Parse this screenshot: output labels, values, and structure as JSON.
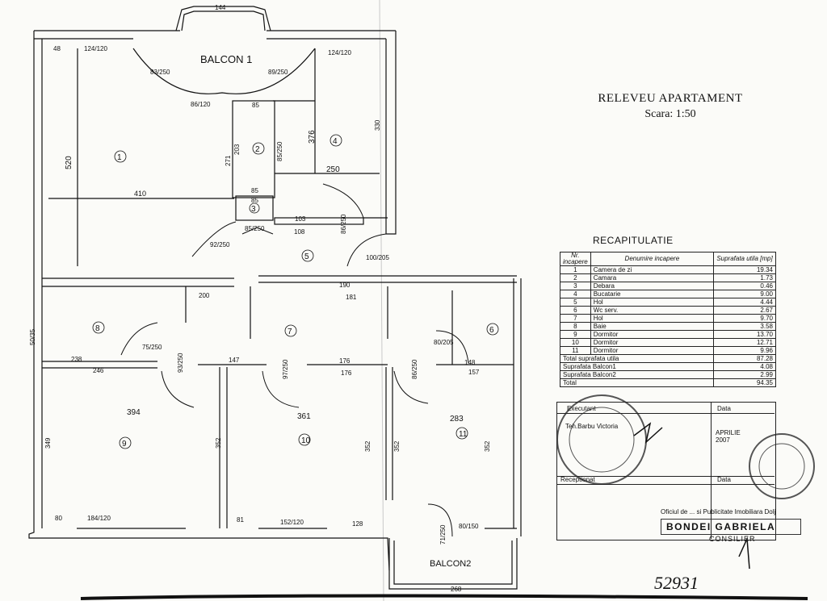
{
  "header": {
    "title": "RELEVEU APARTAMENT",
    "scale": "Scara: 1:50"
  },
  "balconies": {
    "b1": "BALCON 1",
    "b2": "BALCON2"
  },
  "room_numbers": [
    "1",
    "2",
    "3",
    "4",
    "5",
    "6",
    "7",
    "8",
    "9",
    "10",
    "11"
  ],
  "dimensions": {
    "d520": "520",
    "d410": "410",
    "d376": "376",
    "d330": "330",
    "d250": "250",
    "d203": "203",
    "d271": "271",
    "d85a": "85",
    "d85b": "85",
    "d85c": "85",
    "d394": "394",
    "d361": "361",
    "d283": "283",
    "d349": "349",
    "d352a": "352",
    "d352b": "352",
    "d352c": "352",
    "d352d": "352",
    "d246": "246",
    "d238": "238",
    "d200": "200",
    "d190": "190",
    "d181": "181",
    "d176a": "176",
    "d176b": "176",
    "d147": "147",
    "d157": "157",
    "d148": "148",
    "d124_120a": "124/120",
    "d124_120b": "124/120",
    "d86_120": "86/120",
    "d184_120": "184/120",
    "d152_120": "152/120",
    "d80_150": "80/150",
    "d83_250": "83/250",
    "d89_250": "89/250",
    "d85_250a": "85/250",
    "d85_250b": "85/250",
    "d92_250": "92/250",
    "d86_250a": "86/250",
    "d100_205": "100/205",
    "d75_250": "75/250",
    "d93_250": "93/250",
    "d97_250": "97/250",
    "d86_250b": "86/250",
    "d80_205": "80/205",
    "d71_250": "71/250",
    "d50_35": "50/35",
    "d144": "144",
    "d268": "268",
    "d48": "48",
    "d103": "103",
    "d108": "108",
    "d128": "128",
    "d80": "80",
    "d81": "81"
  },
  "recap": {
    "label": "RECAPITULATIE",
    "head_nr": "Nr. incapere",
    "head_name": "Denumire incapere",
    "head_area": "Suprafata utila [mp]",
    "rows": [
      {
        "nr": "1",
        "name": "Camera de zi",
        "area": "19.34"
      },
      {
        "nr": "2",
        "name": "Camara",
        "area": "1.73"
      },
      {
        "nr": "3",
        "name": "Debara",
        "area": "0.46"
      },
      {
        "nr": "4",
        "name": "Bucatarie",
        "area": "9.00"
      },
      {
        "nr": "5",
        "name": "Hol",
        "area": "4.44"
      },
      {
        "nr": "6",
        "name": "Wc serv.",
        "area": "2.67"
      },
      {
        "nr": "7",
        "name": "Hol",
        "area": "9.70"
      },
      {
        "nr": "8",
        "name": "Baie",
        "area": "3.58"
      },
      {
        "nr": "9",
        "name": "Dormitor",
        "area": "13.70"
      },
      {
        "nr": "10",
        "name": "Dormitor",
        "area": "12.71"
      },
      {
        "nr": "11",
        "name": "Dormitor",
        "area": "9.96"
      }
    ],
    "totals": [
      {
        "name": "Total suprafata utila",
        "area": "87.28"
      },
      {
        "name": "Suprafata Balcon1",
        "area": "4.08"
      },
      {
        "name": "Suprafata Balcon2",
        "area": "2.99"
      },
      {
        "name": "Total",
        "area": "94.35"
      }
    ],
    "executant_label": "Executant",
    "data_label": "Data",
    "executant_name": "Teh.Barbu Victoria",
    "executant_date": "APRILIE 2007",
    "receptionat_label": "Receptionat",
    "data_label2": "Data"
  },
  "stamp": {
    "office": "Oficiul de ... si Publicitate Imobiliara Dolj",
    "name": "BONDEI GABRIELA",
    "role": "CONSILIER"
  },
  "handwritten": "52931"
}
